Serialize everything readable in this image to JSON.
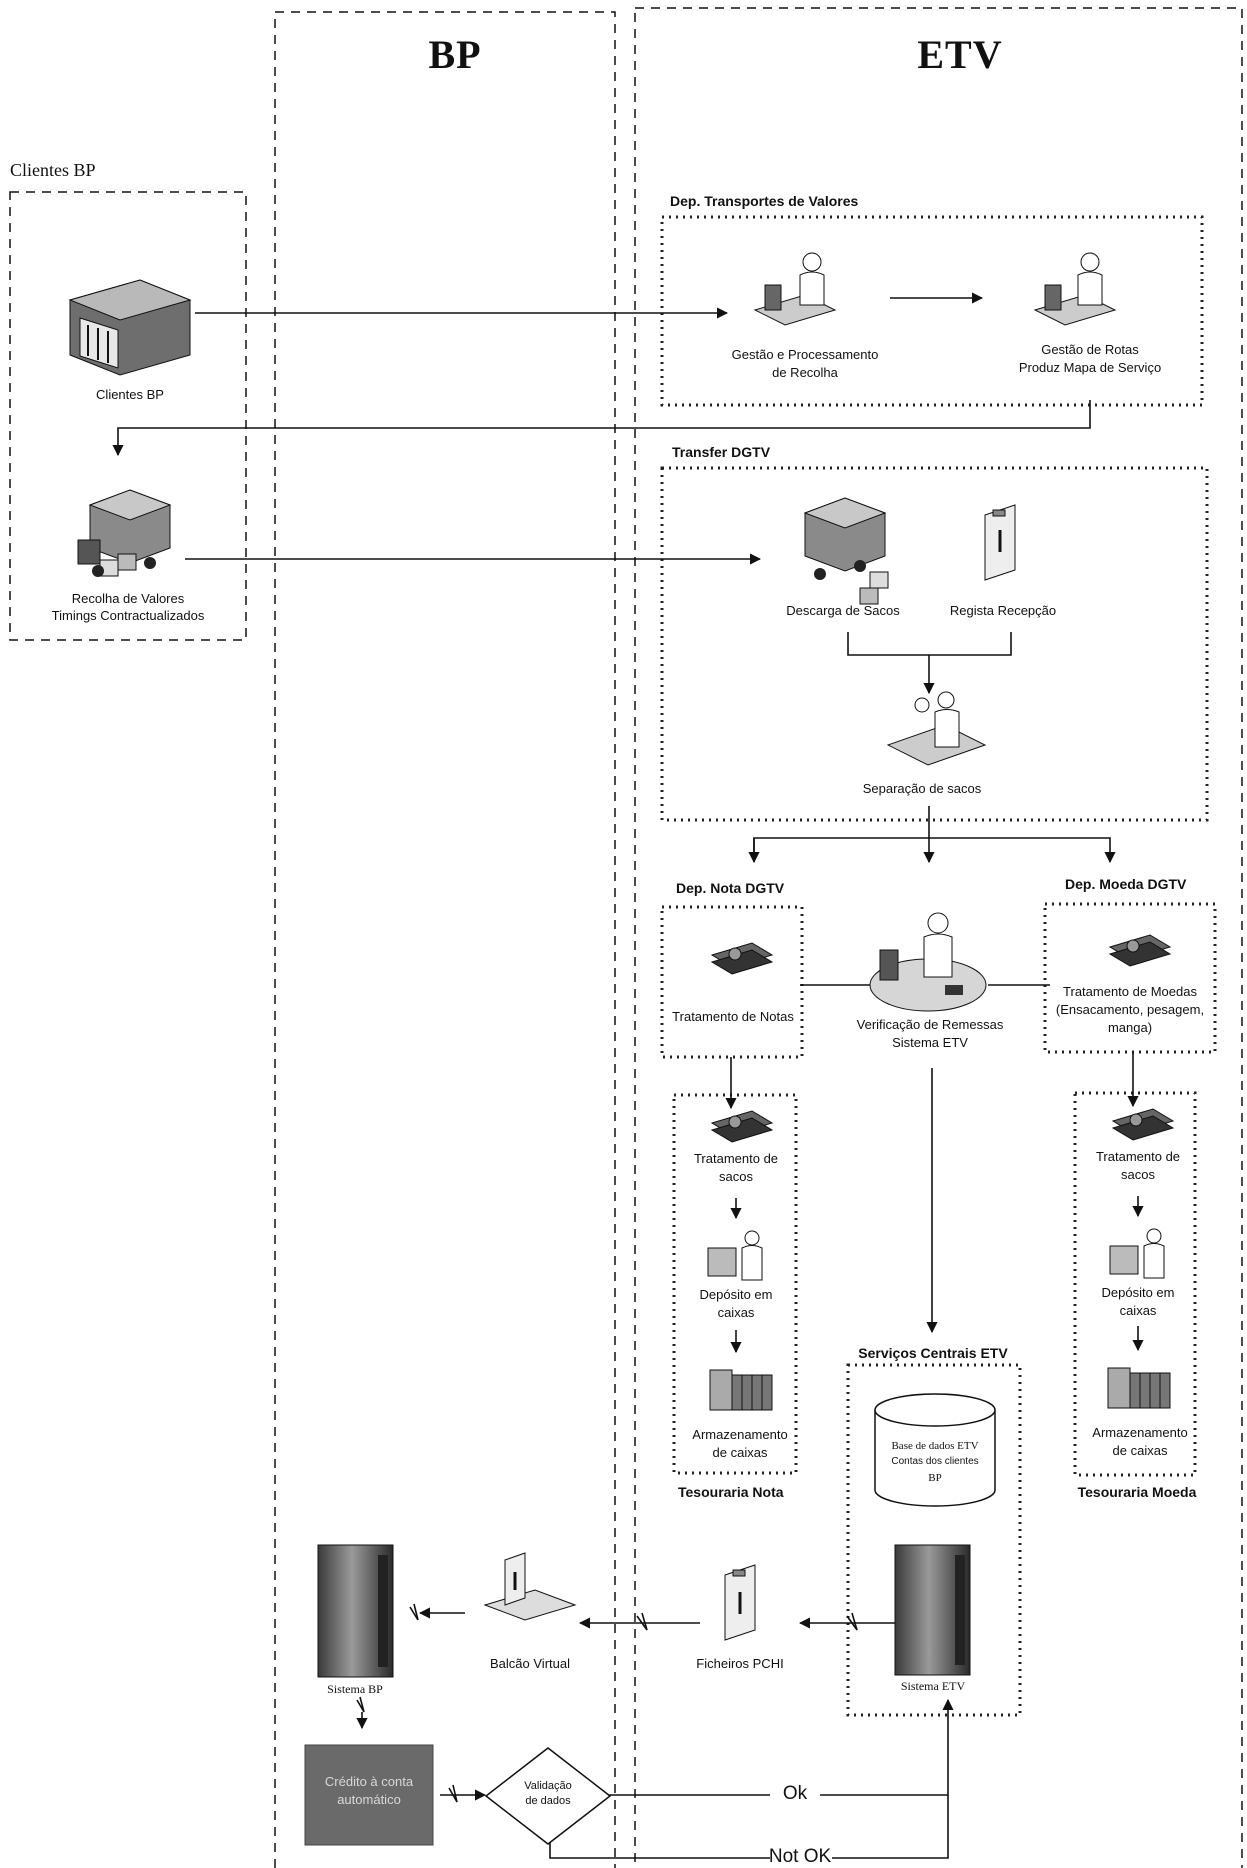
{
  "lanes": {
    "bp": "BP",
    "etv": "ETV"
  },
  "clientes_group": "Clientes BP",
  "clientes_node": "Clientes BP",
  "recolha": {
    "line1": "Recolha de Valores",
    "line2": "Timings Contractualizados"
  },
  "dtv": {
    "title": "Dep. Transportes de Valores",
    "gestao_proc": {
      "line1": "Gestão e Processamento",
      "line2": "de Recolha"
    },
    "gestao_rotas": {
      "line1": "Gestão de Rotas",
      "line2": "Produz Mapa de Serviço"
    }
  },
  "transfer": {
    "title": "Transfer DGTV",
    "descarga": "Descarga de Sacos",
    "registo": "Regista Recepção",
    "separacao": "Separação de sacos"
  },
  "nota": {
    "title": "Dep. Nota DGTV",
    "tratamento": "Tratamento de Notas"
  },
  "moeda": {
    "title": "Dep. Moeda DGTV",
    "tratamento_l1": "Tratamento de Moedas",
    "tratamento_l2": "(Ensacamento, pesagem,",
    "tratamento_l3": "manga)"
  },
  "verificacao": {
    "line1": "Verificação de Remessas",
    "line2": "Sistema ETV"
  },
  "tesouraria_nota": {
    "title": "Tesouraria Nota",
    "tratamento_sacos_l1": "Tratamento de",
    "tratamento_sacos_l2": "sacos",
    "deposito_l1": "Depósito em",
    "deposito_l2": "caixas",
    "armazenamento_l1": "Armazenamento",
    "armazenamento_l2": "de caixas"
  },
  "tesouraria_moeda": {
    "title": "Tesouraria Moeda",
    "tratamento_sacos_l1": "Tratamento de",
    "tratamento_sacos_l2": "sacos",
    "deposito_l1": "Depósito em",
    "deposito_l2": "caixas",
    "armazenamento_l1": "Armazenamento",
    "armazenamento_l2": "de caixas"
  },
  "servicos": {
    "title": "Serviços Centrais ETV",
    "db_l1": "Base de dados ETV",
    "db_l2": "Contas dos clientes",
    "db_l3": "BP",
    "sistema_etv": "Sistema ETV"
  },
  "ficheiros": "Ficheiros PCHI",
  "balcao": "Balcão Virtual",
  "sistema_bp": "Sistema BP",
  "credito": {
    "line1": "Crédito à conta",
    "line2": "automático"
  },
  "validacao": {
    "line1": "Validação",
    "line2": "de dados"
  },
  "ok": "Ok",
  "not_ok": "Not OK"
}
